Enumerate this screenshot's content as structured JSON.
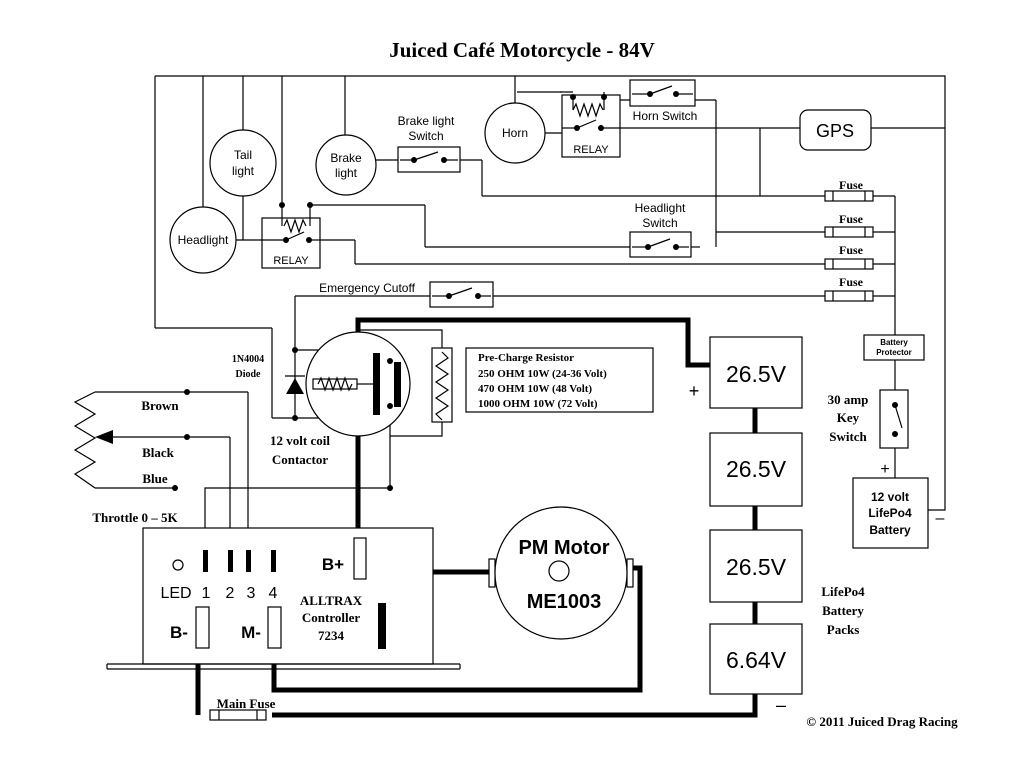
{
  "title": "Juiced Café Motorcycle - 84V",
  "copyright": "© 2011 Juiced Drag Racing",
  "components": {
    "tail_light": [
      "Tail",
      "light"
    ],
    "brake_light": [
      "Brake",
      "light"
    ],
    "headlight": "Headlight",
    "horn": "Horn",
    "gps": "GPS",
    "brake_light_switch": [
      "Brake light",
      "Switch"
    ],
    "horn_switch": "Horn Switch",
    "horn_relay": "RELAY",
    "headlight_relay": "RELAY",
    "headlight_switch": [
      "Headlight",
      "Switch"
    ],
    "emergency_cutoff": "Emergency Cutoff",
    "fuses": [
      "Fuse",
      "Fuse",
      "Fuse",
      "Fuse"
    ],
    "battery_protector": [
      "Battery",
      "Protector"
    ],
    "key_switch": [
      "30 amp",
      "Key",
      "Switch"
    ],
    "battery_12v": [
      "12 volt",
      "LifePo4",
      "Battery"
    ],
    "diode": [
      "1N4004",
      "Diode"
    ],
    "contactor": [
      "12 volt coil",
      "Contactor"
    ],
    "precharge": [
      "Pre-Charge Resistor",
      "250 OHM 10W (24-36 Volt)",
      "470 OHM 10W (48 Volt)",
      "1000 OHM 10W (72 Volt)"
    ],
    "battery_packs": [
      "26.5V",
      "26.5V",
      "26.5V",
      "6.64V"
    ],
    "lifepo4_label": [
      "LifePo4",
      "Battery",
      "Packs"
    ],
    "motor": [
      "PM Motor",
      "ME1003"
    ],
    "controller": {
      "name": [
        "ALLTRAX",
        "Controller",
        "7234"
      ],
      "led": "LED",
      "pins": [
        "1",
        "2",
        "3",
        "4"
      ],
      "b_plus": "B+",
      "b_minus": "B-",
      "m_minus": "M-"
    },
    "throttle": {
      "label": "Throttle 0 – 5K",
      "wires": [
        "Brown",
        "Black",
        "Blue"
      ]
    },
    "main_fuse": "Main Fuse",
    "plus_sign": "+",
    "minus_sign": "–"
  }
}
